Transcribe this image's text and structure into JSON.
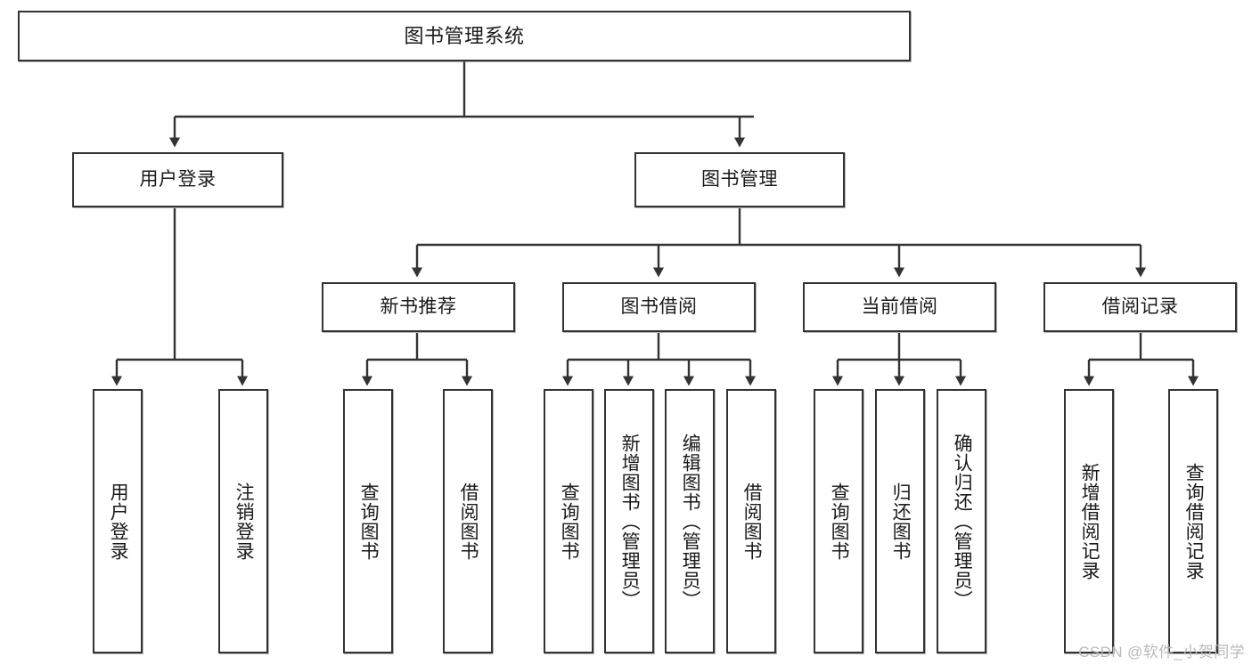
{
  "diagram": {
    "title": "图书管理系统",
    "type": "tree-structure-chart",
    "colors": {
      "box_border": "#333333",
      "box_fill": "#ffffff",
      "edge": "#333333",
      "text": "#1a1a1a",
      "watermark": "#b9b9b9",
      "background": "#ffffff"
    },
    "watermark": "CSDN @软件_小贺同学",
    "nodes": {
      "root": {
        "label": "图书管理系统"
      },
      "level2": [
        {
          "id": "user-login",
          "label": "用户登录"
        },
        {
          "id": "book-manage",
          "label": "图书管理"
        }
      ],
      "level3": [
        {
          "id": "new-book-recommend",
          "label": "新书推荐"
        },
        {
          "id": "book-borrow",
          "label": "图书借阅"
        },
        {
          "id": "current-borrow",
          "label": "当前借阅"
        },
        {
          "id": "borrow-record",
          "label": "借阅记录"
        }
      ],
      "leaves": [
        {
          "id": "leaf-user-login",
          "label": "用户登录",
          "parent": "user-login"
        },
        {
          "id": "leaf-logout",
          "label": "注销登录",
          "parent": "user-login"
        },
        {
          "id": "leaf-query-book-1",
          "label": "查询图书",
          "parent": "new-book-recommend"
        },
        {
          "id": "leaf-borrow-book-1",
          "label": "借阅图书",
          "parent": "new-book-recommend"
        },
        {
          "id": "leaf-query-book-2",
          "label": "查询图书",
          "parent": "book-borrow"
        },
        {
          "id": "leaf-add-book",
          "label": "新增图书（管理员）",
          "parent": "book-borrow"
        },
        {
          "id": "leaf-edit-book",
          "label": "编辑图书（管理员）",
          "parent": "book-borrow"
        },
        {
          "id": "leaf-borrow-book-2",
          "label": "借阅图书",
          "parent": "book-borrow"
        },
        {
          "id": "leaf-query-book-3",
          "label": "查询图书",
          "parent": "current-borrow"
        },
        {
          "id": "leaf-return-book",
          "label": "归还图书",
          "parent": "current-borrow"
        },
        {
          "id": "leaf-confirm-return",
          "label": "确认归还（管理员）",
          "parent": "current-borrow"
        },
        {
          "id": "leaf-add-record",
          "label": "新增借阅记录",
          "parent": "borrow-record"
        },
        {
          "id": "leaf-query-record",
          "label": "查询借阅记录",
          "parent": "borrow-record"
        }
      ]
    }
  }
}
